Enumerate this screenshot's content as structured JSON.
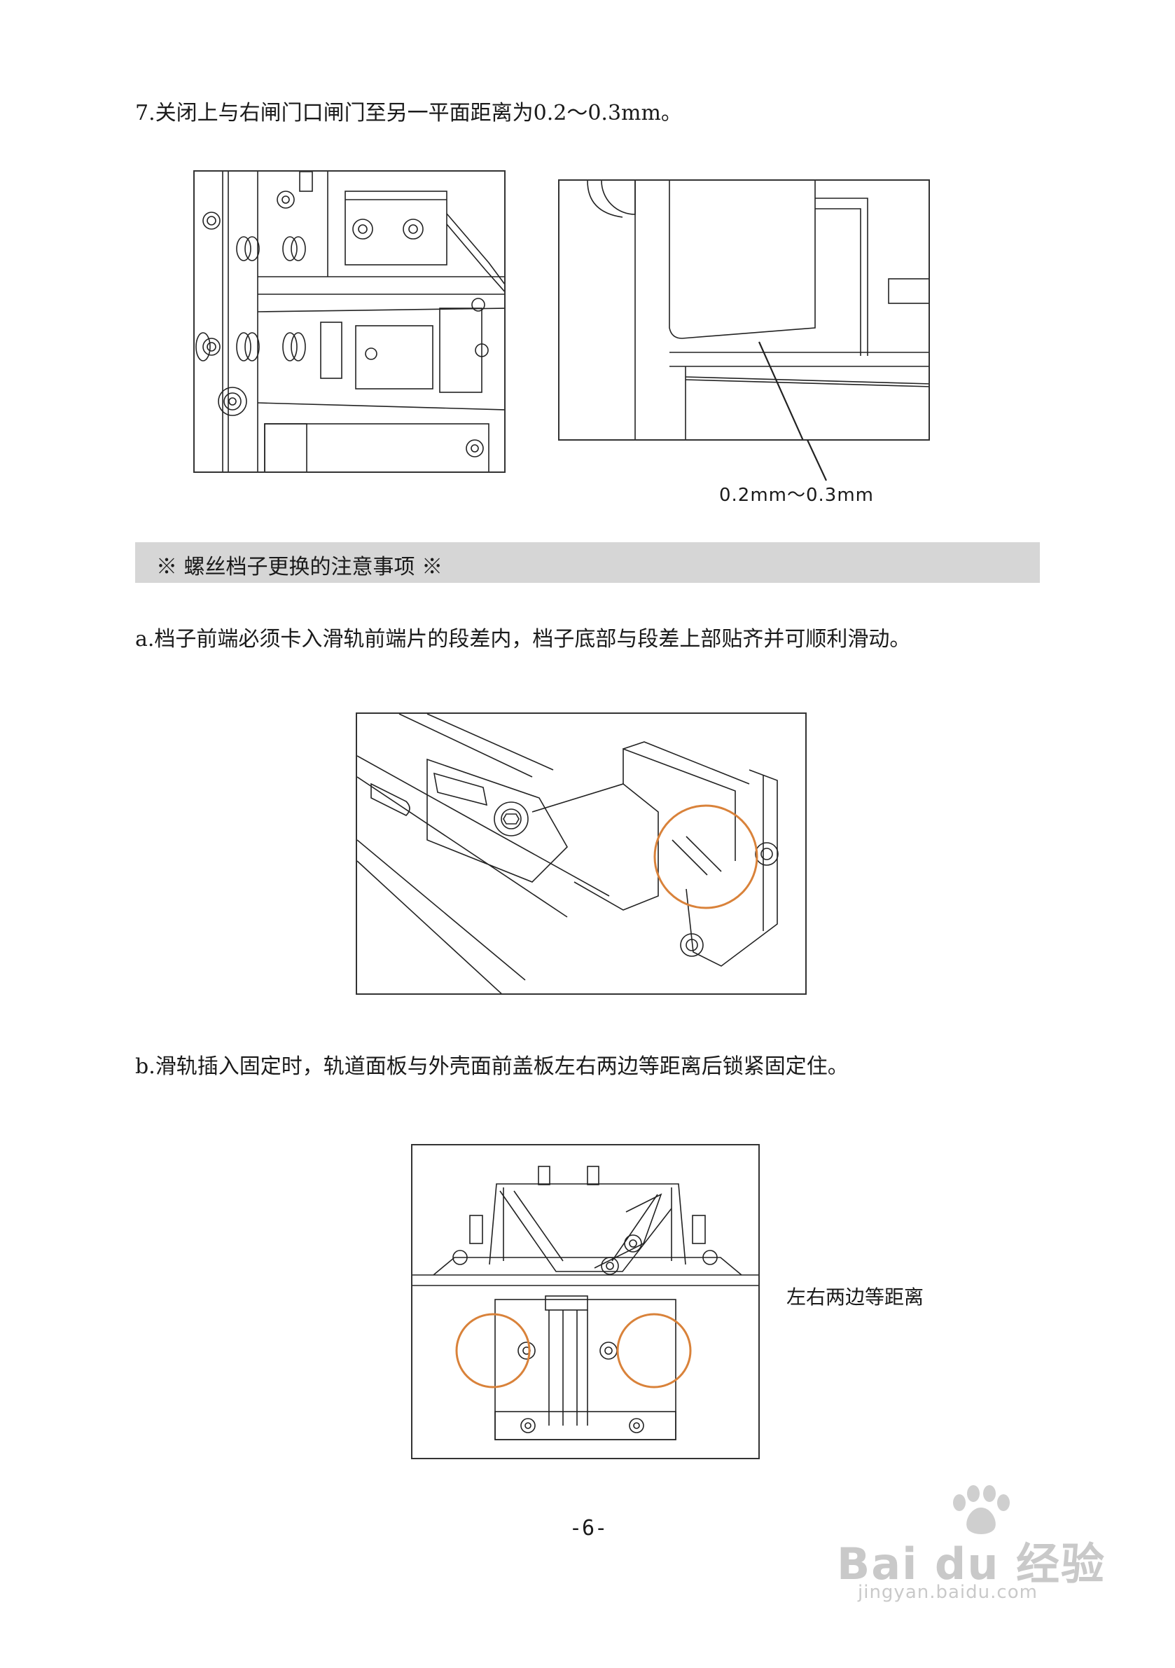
{
  "step7": {
    "text": "7.关闭上与右闸门口闸门至另一平面距离为0.2～0.3mm。",
    "dimension_label": "0.2mm～0.3mm"
  },
  "notice": {
    "title": "※ 螺丝档子更换的注意事项 ※"
  },
  "item_a": {
    "text": "a.档子前端必须卡入滑轨前端片的段差内，档子底部与段差上部贴齐并可顺利滑动。"
  },
  "item_b": {
    "text": "b.滑轨插入固定时，轨道面板与外壳面前盖板左右两边等距离后锁紧固定住。",
    "caption": "左右两边等距离"
  },
  "page_number": "-6-",
  "watermark": {
    "brand": "Bai du 经验",
    "url": "jingyan.baidu.com"
  },
  "colors": {
    "highlight_circle": "#d9823a",
    "banner_bg": "#d6d6d6"
  }
}
